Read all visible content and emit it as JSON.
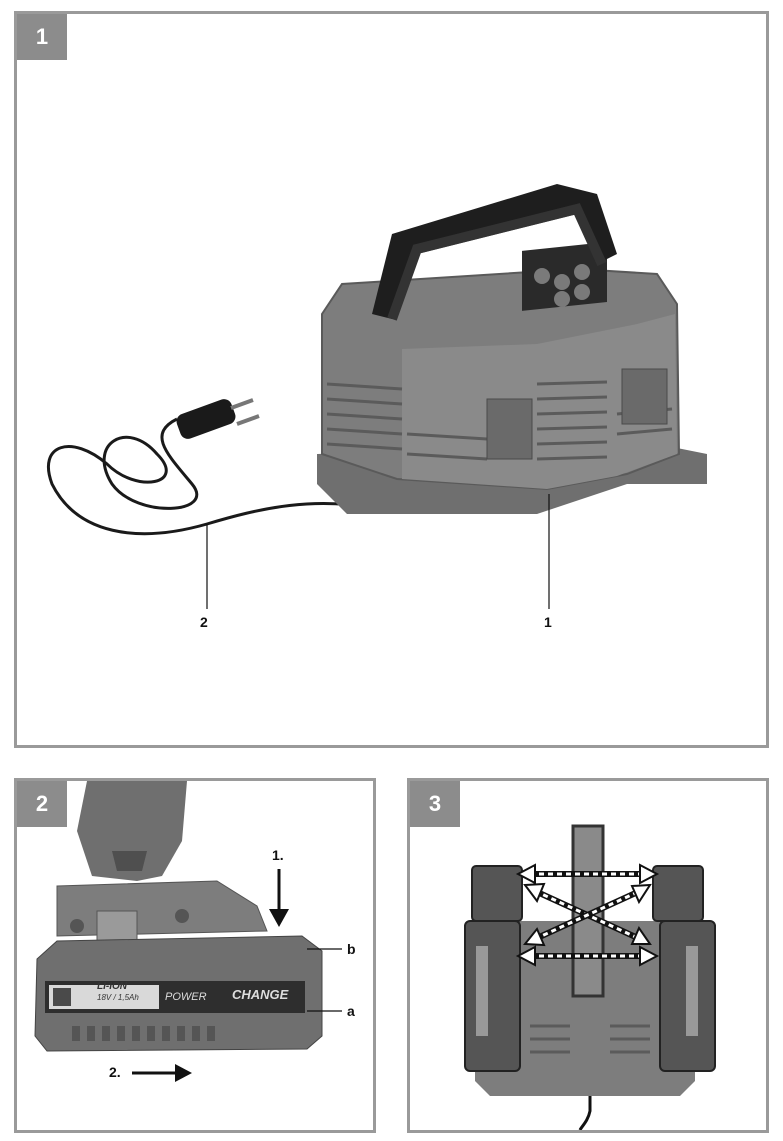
{
  "figure1": {
    "badge": "1",
    "callouts": {
      "charger": "1",
      "cable": "2"
    }
  },
  "figure2": {
    "badge": "2",
    "battery_label": {
      "chemistry": "LI-ION",
      "rating": "18V / 1,5Ah",
      "brand_power": "POWER",
      "brand_change": "CHANGE"
    },
    "callouts": {
      "step1": "1.",
      "step2": "2.",
      "a": "a",
      "b": "b"
    }
  },
  "figure3": {
    "badge": "3"
  },
  "colors": {
    "panel_border": "#9a9a9a",
    "badge_bg": "#8c8c8c",
    "device_gray": "#7d7d7d",
    "handle_black": "#1e1e1e"
  }
}
